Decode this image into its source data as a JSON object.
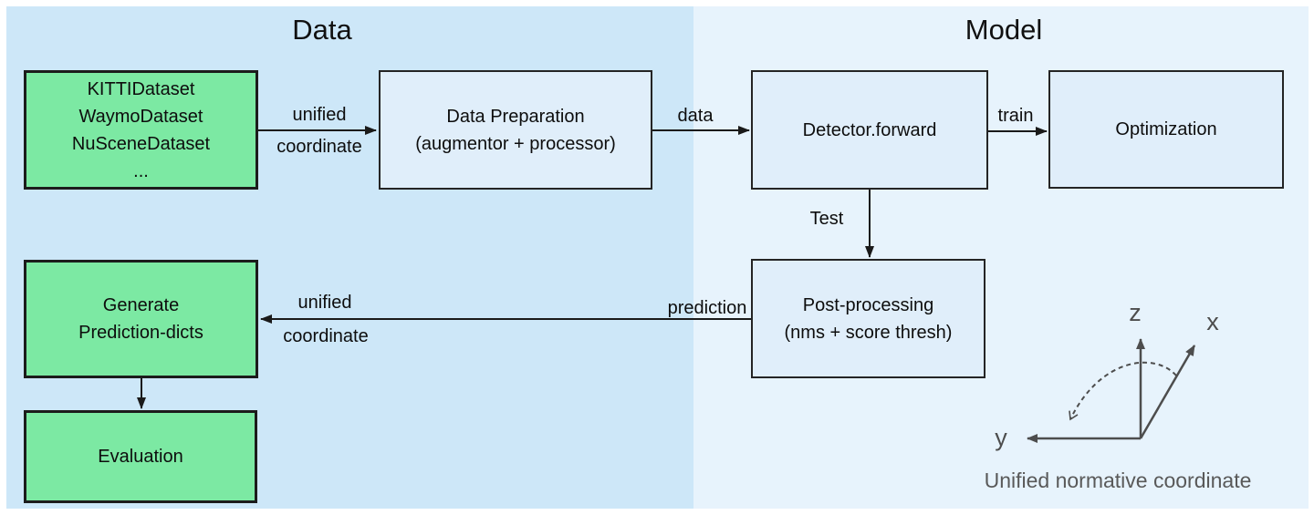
{
  "sections": {
    "data": {
      "title": "Data"
    },
    "model": {
      "title": "Model"
    }
  },
  "boxes": {
    "datasets": {
      "lines": [
        "KITTIDataset",
        "WaymoDataset",
        "NuSceneDataset",
        "..."
      ]
    },
    "data_preparation": {
      "lines": [
        "Data Preparation",
        "(augmentor + processor)"
      ]
    },
    "detector_forward": {
      "lines": [
        "Detector.forward"
      ]
    },
    "optimization": {
      "lines": [
        "Optimization"
      ]
    },
    "post_processing": {
      "lines": [
        "Post-processing",
        "(nms + score thresh)"
      ]
    },
    "generate_prediction": {
      "lines": [
        "Generate",
        "Prediction-dicts"
      ]
    },
    "evaluation": {
      "lines": [
        "Evaluation"
      ]
    }
  },
  "edges": {
    "unified_top": {
      "line1": "unified",
      "line2": "coordinate"
    },
    "data_label": "data",
    "train_label": "train",
    "test_label": "Test",
    "prediction_label": "prediction",
    "unified_bottom": {
      "line1": "unified",
      "line2": "coordinate"
    }
  },
  "axes": {
    "z": "z",
    "x": "x",
    "y": "y",
    "caption": "Unified normative coordinate"
  },
  "colors": {
    "data_section_bg": "#cde7f8",
    "model_section_bg": "#e7f3fc",
    "light_box_fill": "#e0eefa",
    "green_box_fill": "#7ce9a3",
    "box_border": "#1c1c1c",
    "arrow": "#1a1a1a",
    "axis_gray": "#4d4d4d",
    "caption_gray": "#595959"
  }
}
